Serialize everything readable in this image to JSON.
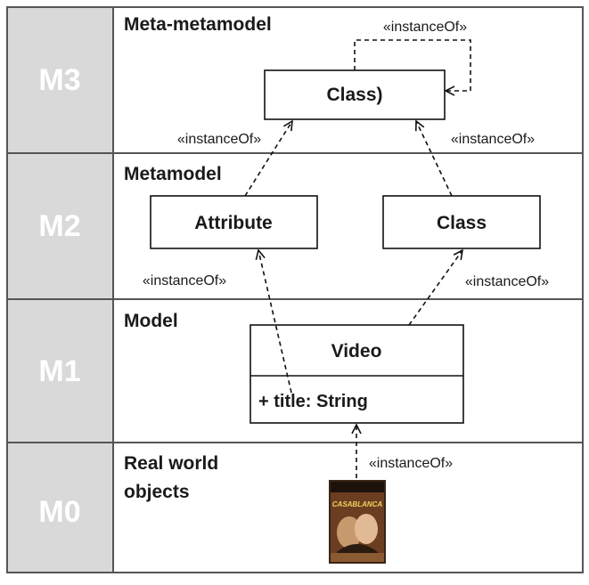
{
  "levels": [
    {
      "id": "M3",
      "label": "M3",
      "title": "Meta-metamodel"
    },
    {
      "id": "M2",
      "label": "M2",
      "title": "Metamodel"
    },
    {
      "id": "M1",
      "label": "M1",
      "title": "Model"
    },
    {
      "id": "M0",
      "label": "M0",
      "title_line1": "Real world",
      "title_line2": "objects"
    }
  ],
  "boxes": {
    "m3_class": "Class)",
    "m2_attribute": "Attribute",
    "m2_class": "Class",
    "m1_video": "Video",
    "m1_video_attribute": "+ title: String"
  },
  "relations": {
    "self_instance": "«instanceOf»",
    "m2_attribute_to_m3": "«instanceOf»",
    "m2_class_to_m3": "«instanceOf»",
    "m1_title_to_attribute": "«instanceOf»",
    "m1_video_to_class": "«instanceOf»",
    "m0_object_to_video": "«instanceOf»"
  },
  "poster": {
    "title": "CASABLANCA"
  },
  "colors": {
    "level_column": "#d9d9d9",
    "level_label": "#ffffff",
    "border": "#555555",
    "text": "#1a1a1a"
  }
}
